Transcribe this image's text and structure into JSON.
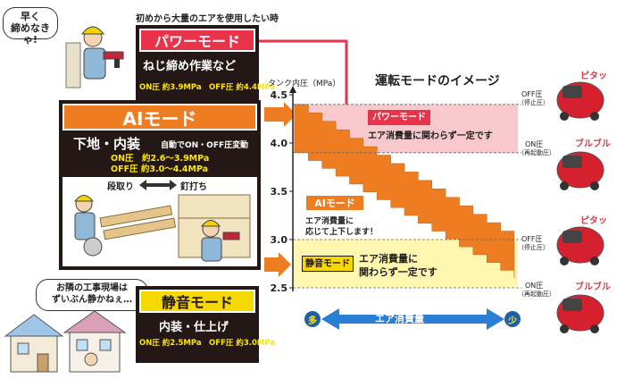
{
  "left": {
    "power_bubble": "早く\n締めなきゃ!",
    "power_note": "初めから大量のエアを使用したい時",
    "power_mode": {
      "title": "パワーモード",
      "sub": "ねじ締め作業など",
      "spec": "ON圧 約3.9MPa　OFF圧 約4.4MPa"
    },
    "ai_mode": {
      "title": "AIモード",
      "sub": "下地・内装",
      "sub_note": "自動でON・OFF圧変動",
      "spec1": "ON圧　約2.6～3.9MPa",
      "spec2": "OFF圧 約3.0～4.4MPa"
    },
    "ai_labels": {
      "left": "段取り",
      "right": "釘打ち"
    },
    "quiet_bubble": "お隣の工事現場は\nずいぶん静かねぇ…",
    "quiet_mode": {
      "title": "静音モード",
      "sub": "内装・仕上げ",
      "spec": "ON圧 約2.5MPa　OFF圧 約3.0MPa"
    }
  },
  "chart": {
    "title": "運転モードのイメージ",
    "ylabel": "タンク内圧（MPa）",
    "ticks": [
      "4.5",
      "4.0",
      "3.5",
      "3.0",
      "2.5"
    ],
    "power_box": {
      "label": "パワーモード",
      "desc": "エア消費量に関わらず一定です"
    },
    "ai_box": {
      "label": "AIモード",
      "desc1": "エア消費量に",
      "desc2": "応じて上下します！"
    },
    "quiet_box": {
      "label": "静音モード",
      "desc1": "エア消費量に",
      "desc2": "関わらず一定です"
    },
    "arrow": {
      "left": "多",
      "label": "エア消費量",
      "right": "少"
    },
    "right_labels": [
      {
        "main": "OFF圧",
        "sub": "（停止圧）"
      },
      {
        "main": "ON圧",
        "sub": "（再起動圧）"
      },
      {
        "main": "OFF圧",
        "sub": "（停止圧）"
      },
      {
        "main": "ON圧",
        "sub": "（再起動圧）"
      }
    ],
    "sounds": [
      "ピタッ",
      "ブルブル",
      "ピタッ",
      "ブルブル"
    ],
    "colors": {
      "power": "#e8334a",
      "ai": "#ee7d22",
      "quiet": "#f5d800",
      "pink": "#f8c8cc",
      "yellowbg": "#fff6b0",
      "blue": "#2a7fd4"
    }
  }
}
